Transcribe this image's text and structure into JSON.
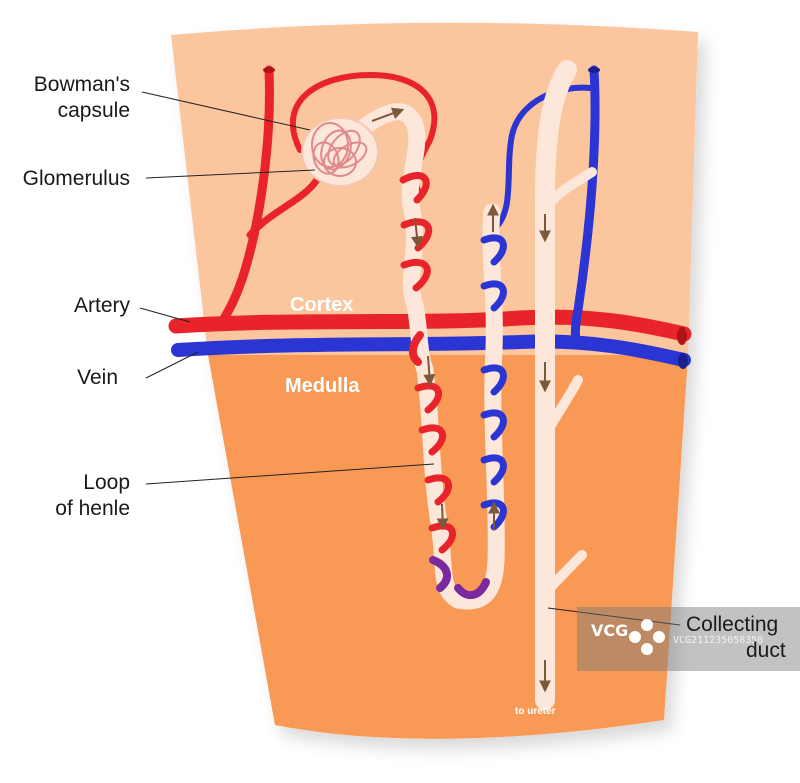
{
  "labels": {
    "bowmans_capsule_1": "Bowman's",
    "bowmans_capsule_2": "capsule",
    "glomerulus": "Glomerulus",
    "artery": "Artery",
    "vein": "Vein",
    "loop_1": "Loop",
    "loop_2": "of henle",
    "collecting_1": "Collecting",
    "collecting_2": "duct",
    "cortex": "Cortex",
    "medulla": "Medulla",
    "to_ureter": "to ureter"
  },
  "watermark": {
    "logo": "VCG",
    "code": "VCG211235058350"
  },
  "colors": {
    "cortex": "#fbc59d",
    "medulla": "#f89a55",
    "artery": "#e8242a",
    "vein": "#2b35d3",
    "tubule": "#fde7da",
    "loop_tip": "#7a2a9e",
    "arrow": "#7a5a3a"
  }
}
